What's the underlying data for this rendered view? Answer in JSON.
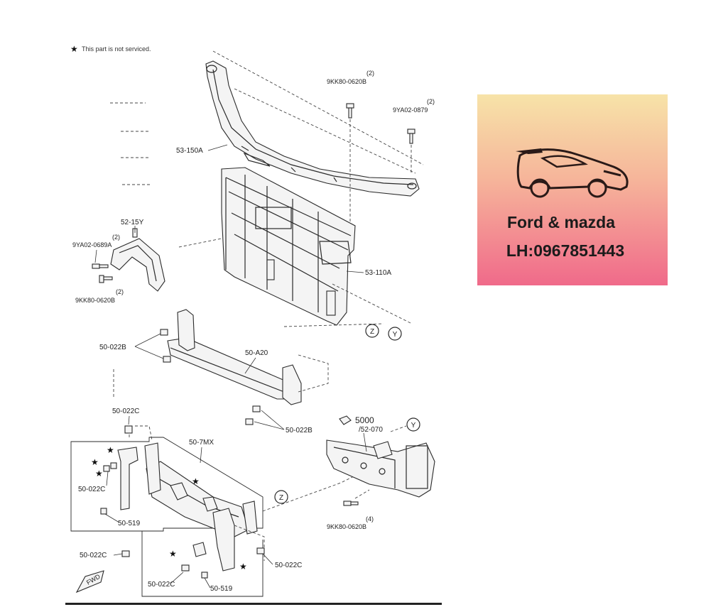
{
  "diagram": {
    "note": "This part is not serviced.",
    "labels": {
      "l_9kk80_top": "9KK80-0620B",
      "l_9kk80_top_qty": "(2)",
      "l_9ya02_0879": "9YA02-0879",
      "l_9ya02_0879_qty": "(2)",
      "l_53_150a": "53-150A",
      "l_52_15y": "52-15Y",
      "l_9ya02_0689a": "9YA02-0689A",
      "l_9ya02_0689a_qty": "(2)",
      "l_9kk80_left": "9KK80-0620B",
      "l_9kk80_left_qty": "(2)",
      "l_53_110a": "53-110A",
      "l_z1": "Z",
      "l_y1": "Y",
      "l_50_022b_a": "50-022B",
      "l_50_a20": "50-A20",
      "l_50_022b_b": "50-022B",
      "l_50_022c_a": "50-022C",
      "l_5000": "5000",
      "l_52_070": "/52-070",
      "l_y2": "Y",
      "l_50_7mx": "50-7MX",
      "l_50_022c_b": "50-022C",
      "l_50_519_a": "50-519",
      "l_z2": "Z",
      "l_9kk80_right": "9KK80-0620B",
      "l_9kk80_right_qty": "(4)",
      "l_50_022c_c": "50-022C",
      "l_50_022c_d": "50-022C",
      "l_50_022c_e": "50-022C",
      "l_50_519_b": "50-519",
      "l_fwd": "FWD"
    }
  },
  "promo": {
    "title": "Ford & mazda",
    "phone": "LH:0967851443",
    "icon": "sports-car-icon"
  }
}
